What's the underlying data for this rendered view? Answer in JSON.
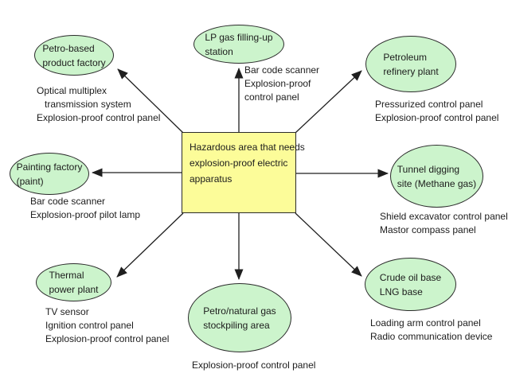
{
  "diagram": {
    "center": {
      "label": "Hazardous area that needs\nexplosion-proof electric\napparatus"
    },
    "nodes": [
      {
        "id": "petro-based-product-factory",
        "label": "Petro-based\nproduct factory",
        "annotation": "Optical multiplex\n   transmission system\nExplosion-proof control panel"
      },
      {
        "id": "lp-gas-filling-up-station",
        "label": "LP gas filling-up\nstation",
        "annotation": "Bar code scanner\nExplosion-proof\ncontrol panel"
      },
      {
        "id": "petroleum-refinery-plant",
        "label": "Petroleum\nrefinery plant",
        "annotation": "Pressurized control panel\nExplosion-proof control panel"
      },
      {
        "id": "painting-factory",
        "label": "Painting factory\n(paint)",
        "annotation": "Bar code scanner\nExplosion-proof pilot lamp"
      },
      {
        "id": "tunnel-digging-site",
        "label": "Tunnel digging\nsite (Methane gas)",
        "annotation": "Shield excavator control panel\nMastor compass panel"
      },
      {
        "id": "thermal-power-plant",
        "label": "Thermal\npower plant",
        "annotation": "TV sensor\nIgnition control panel\nExplosion-proof control panel"
      },
      {
        "id": "petro-natural-gas-stockpiling-area",
        "label": "Petro/natural gas\nstockpiling area",
        "annotation": "Explosion-proof control panel"
      },
      {
        "id": "crude-oil-base",
        "label": "Crude oil base\nLNG base",
        "annotation": "Loading arm control panel\nRadio communication device"
      }
    ],
    "colors": {
      "background": "#FFFFFF",
      "node_fill": "#CCF4CC",
      "node_border": "#2B2B2B",
      "center_fill": "#FCFC99",
      "center_border": "#2B2B2B",
      "arrow": "#1F1F1F",
      "text": "#1C1C1C"
    }
  }
}
